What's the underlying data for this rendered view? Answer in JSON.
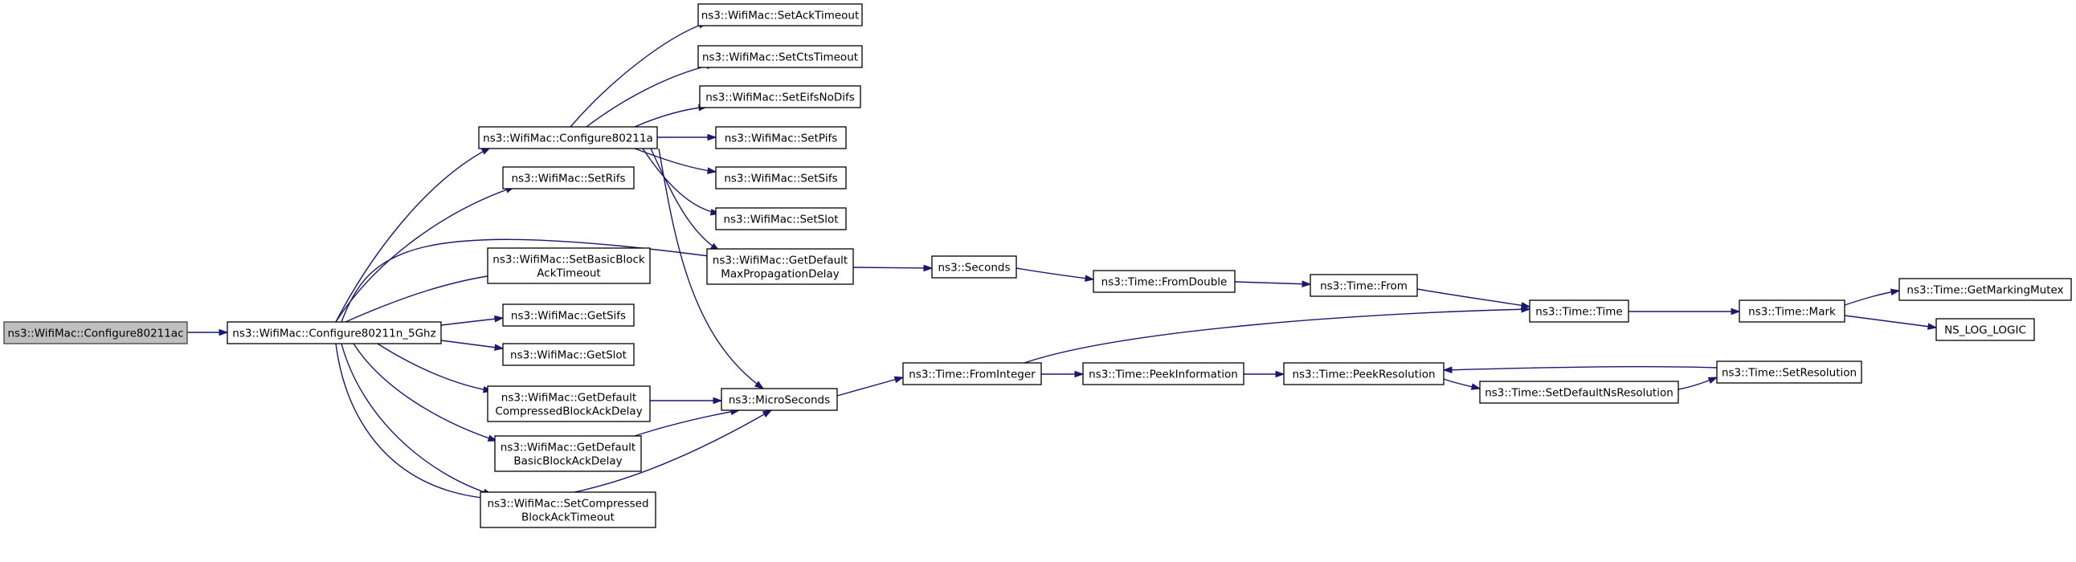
{
  "graph": {
    "kind": "call-graph",
    "colors": {
      "edge": "#191970",
      "node_border": "#000000",
      "root_fill": "#bfbfbf",
      "node_fill": "#ffffff"
    },
    "nodes": [
      {
        "id": "configure80211ac",
        "lines": [
          "ns3::WifiMac::Configure80211ac"
        ],
        "root": true
      },
      {
        "id": "configure80211n5",
        "lines": [
          "ns3::WifiMac::Configure80211n_5Ghz"
        ]
      },
      {
        "id": "configure80211a",
        "lines": [
          "ns3::WifiMac::Configure80211a"
        ]
      },
      {
        "id": "setrifs",
        "lines": [
          "ns3::WifiMac::SetRifs"
        ]
      },
      {
        "id": "setbasicblock",
        "lines": [
          "ns3::WifiMac::SetBasicBlock",
          "AckTimeout"
        ]
      },
      {
        "id": "getsifs",
        "lines": [
          "ns3::WifiMac::GetSifs"
        ]
      },
      {
        "id": "getslot",
        "lines": [
          "ns3::WifiMac::GetSlot"
        ]
      },
      {
        "id": "getdefcompressed",
        "lines": [
          "ns3::WifiMac::GetDefault",
          "CompressedBlockAckDelay"
        ]
      },
      {
        "id": "getdefbasic",
        "lines": [
          "ns3::WifiMac::GetDefault",
          "BasicBlockAckDelay"
        ]
      },
      {
        "id": "setcompressed",
        "lines": [
          "ns3::WifiMac::SetCompressed",
          "BlockAckTimeout"
        ]
      },
      {
        "id": "setacktimeout",
        "lines": [
          "ns3::WifiMac::SetAckTimeout"
        ]
      },
      {
        "id": "setctstimeout",
        "lines": [
          "ns3::WifiMac::SetCtsTimeout"
        ]
      },
      {
        "id": "seteifsnodifs",
        "lines": [
          "ns3::WifiMac::SetEifsNoDifs"
        ]
      },
      {
        "id": "setpifs",
        "lines": [
          "ns3::WifiMac::SetPifs"
        ]
      },
      {
        "id": "setsifs",
        "lines": [
          "ns3::WifiMac::SetSifs"
        ]
      },
      {
        "id": "setslot",
        "lines": [
          "ns3::WifiMac::SetSlot"
        ]
      },
      {
        "id": "getdefmaxprop",
        "lines": [
          "ns3::WifiMac::GetDefault",
          "MaxPropagationDelay"
        ]
      },
      {
        "id": "microseconds",
        "lines": [
          "ns3::MicroSeconds"
        ]
      },
      {
        "id": "seconds",
        "lines": [
          "ns3::Seconds"
        ]
      },
      {
        "id": "fromdouble",
        "lines": [
          "ns3::Time::FromDouble"
        ]
      },
      {
        "id": "from",
        "lines": [
          "ns3::Time::From"
        ]
      },
      {
        "id": "fromint",
        "lines": [
          "ns3::Time::FromInteger"
        ]
      },
      {
        "id": "peekinfo",
        "lines": [
          "ns3::Time::PeekInformation"
        ]
      },
      {
        "id": "peekres",
        "lines": [
          "ns3::Time::PeekResolution"
        ]
      },
      {
        "id": "setdefns",
        "lines": [
          "ns3::Time::SetDefaultNsResolution"
        ]
      },
      {
        "id": "setres",
        "lines": [
          "ns3::Time::SetResolution"
        ]
      },
      {
        "id": "time",
        "lines": [
          "ns3::Time::Time"
        ]
      },
      {
        "id": "mark",
        "lines": [
          "ns3::Time::Mark"
        ]
      },
      {
        "id": "getmarkingmutex",
        "lines": [
          "ns3::Time::GetMarkingMutex"
        ]
      },
      {
        "id": "nslog",
        "lines": [
          "NS_LOG_LOGIC"
        ]
      }
    ],
    "edges": [
      {
        "from": "configure80211ac",
        "to": "configure80211n5"
      },
      {
        "from": "configure80211n5",
        "to": "configure80211a"
      },
      {
        "from": "configure80211n5",
        "to": "setrifs"
      },
      {
        "from": "configure80211n5",
        "to": "getdefmaxprop"
      },
      {
        "from": "configure80211n5",
        "to": "setbasicblock"
      },
      {
        "from": "configure80211n5",
        "to": "getsifs"
      },
      {
        "from": "configure80211n5",
        "to": "getslot"
      },
      {
        "from": "configure80211n5",
        "to": "getdefcompressed"
      },
      {
        "from": "configure80211n5",
        "to": "getdefbasic"
      },
      {
        "from": "configure80211n5",
        "to": "setcompressed"
      },
      {
        "from": "configure80211n5",
        "to": "microseconds"
      },
      {
        "from": "configure80211a",
        "to": "setacktimeout"
      },
      {
        "from": "configure80211a",
        "to": "setctstimeout"
      },
      {
        "from": "configure80211a",
        "to": "seteifsnodifs"
      },
      {
        "from": "configure80211a",
        "to": "setpifs"
      },
      {
        "from": "configure80211a",
        "to": "setsifs"
      },
      {
        "from": "configure80211a",
        "to": "setslot"
      },
      {
        "from": "configure80211a",
        "to": "getdefmaxprop"
      },
      {
        "from": "configure80211a",
        "to": "microseconds"
      },
      {
        "from": "getdefcompressed",
        "to": "microseconds"
      },
      {
        "from": "getdefbasic",
        "to": "microseconds"
      },
      {
        "from": "getdefmaxprop",
        "to": "seconds"
      },
      {
        "from": "seconds",
        "to": "fromdouble"
      },
      {
        "from": "fromdouble",
        "to": "from"
      },
      {
        "from": "from",
        "to": "time"
      },
      {
        "from": "microseconds",
        "to": "fromint"
      },
      {
        "from": "fromint",
        "to": "time"
      },
      {
        "from": "fromint",
        "to": "peekinfo"
      },
      {
        "from": "peekinfo",
        "to": "peekres"
      },
      {
        "from": "peekres",
        "to": "setdefns"
      },
      {
        "from": "setdefns",
        "to": "setres"
      },
      {
        "from": "setres",
        "to": "peekres"
      },
      {
        "from": "time",
        "to": "mark"
      },
      {
        "from": "mark",
        "to": "getmarkingmutex"
      },
      {
        "from": "mark",
        "to": "nslog"
      }
    ]
  }
}
